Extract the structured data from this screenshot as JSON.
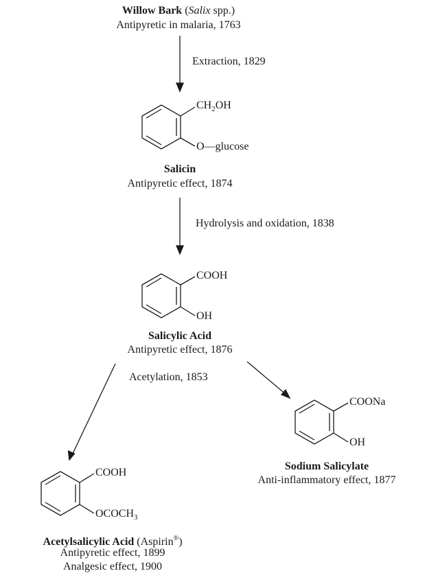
{
  "willow": {
    "title": "Willow Bark",
    "paren_open": " (",
    "genus": "Salix",
    "paren_close": " spp.)",
    "note": "Antipyretic in malaria, 1763"
  },
  "step1": "Extraction, 1829",
  "salicin": {
    "sub_top_pre": "CH",
    "sub_top_sub": "2",
    "sub_top_post": "OH",
    "sub_bottom": "O—glucose",
    "title": "Salicin",
    "note": "Antipyretic effect, 1874"
  },
  "step2": "Hydrolysis and oxidation, 1838",
  "salicylic": {
    "sub_top": "COOH",
    "sub_bottom": "OH",
    "title": "Salicylic Acid",
    "note": "Antipyretic effect, 1876"
  },
  "step3": "Acetylation, 1853",
  "sodium": {
    "sub_top": "COONa",
    "sub_bottom": "OH",
    "title": "Sodium Salicylate",
    "note": "Anti-inflammatory effect, 1877"
  },
  "aspirin": {
    "sub_top": "COOH",
    "sub_bottom_pre": "OCOCH",
    "sub_bottom_sub": "3",
    "title": "Acetylsalicylic Acid",
    "paren": " (Aspirin",
    "reg": "®",
    "paren_close": ")",
    "note1": "Antipyretic effect, 1899",
    "note2": "Analgesic effect, 1900"
  }
}
